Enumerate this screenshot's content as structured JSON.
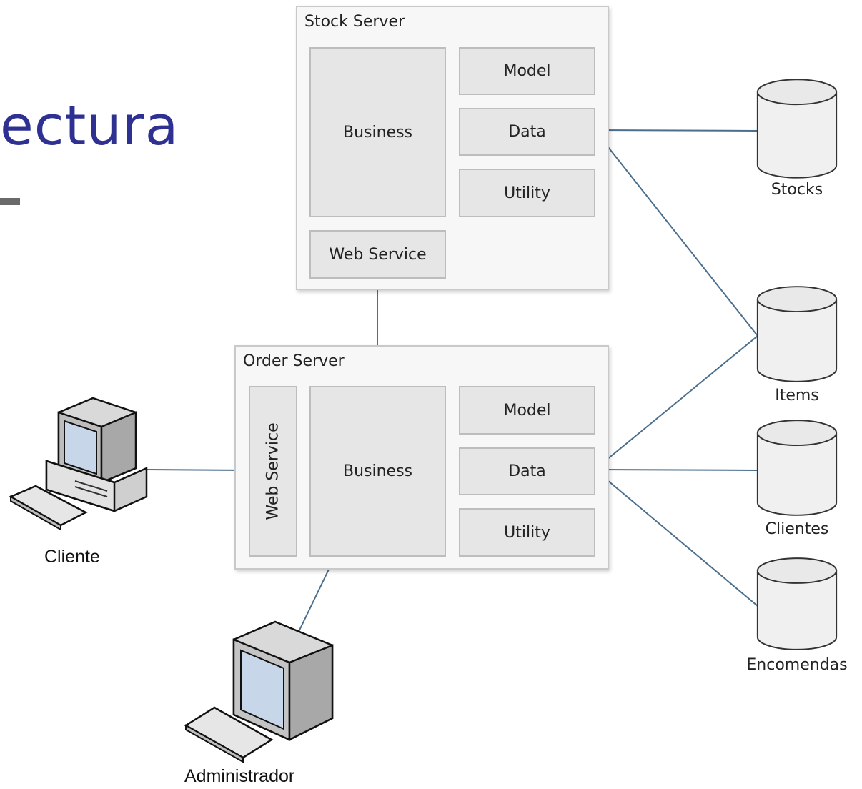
{
  "title": "ectura",
  "stock_server": {
    "label": "Stock Server",
    "business": "Business",
    "model": "Model",
    "data": "Data",
    "utility": "Utility",
    "web_service": "Web Service"
  },
  "order_server": {
    "label": "Order Server",
    "web_service": "Web Service",
    "business": "Business",
    "model": "Model",
    "data": "Data",
    "utility": "Utility"
  },
  "databases": {
    "stocks": "Stocks",
    "items": "Items",
    "clientes": "Clientes",
    "encomendas": "Encomendas"
  },
  "clients": {
    "cliente": "Cliente",
    "administrador": "Administrador"
  },
  "colors": {
    "title": "#2e3192",
    "connector": "#4a6e8c",
    "server_bg": "#f7f7f7",
    "box_bg": "#e6e6e6"
  }
}
